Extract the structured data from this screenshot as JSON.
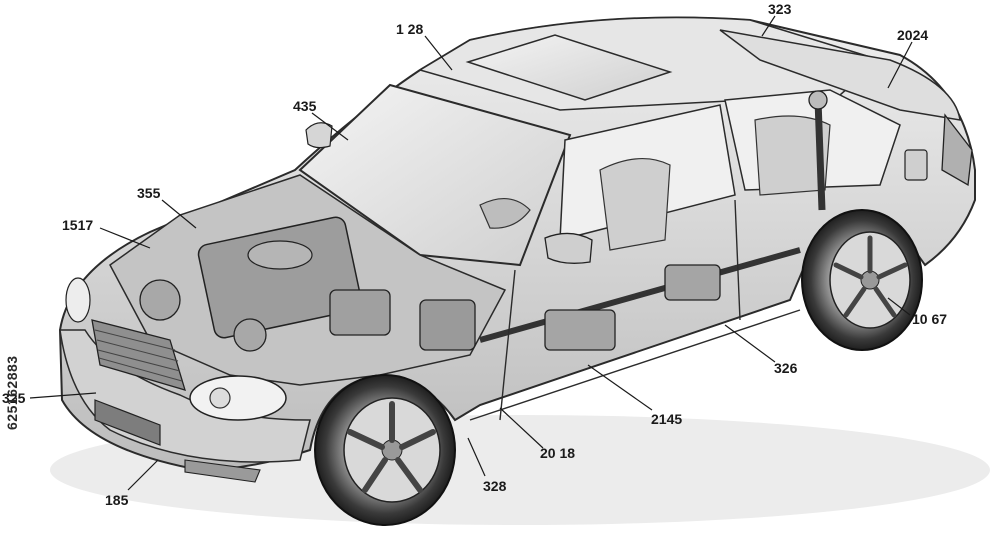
{
  "diagram": {
    "labels": [
      {
        "id": "roof",
        "text": "1 28"
      },
      {
        "id": "rear-roof",
        "text": "323"
      },
      {
        "id": "trunk",
        "text": "2024"
      },
      {
        "id": "windshield",
        "text": "435"
      },
      {
        "id": "hood",
        "text": "355"
      },
      {
        "id": "engine",
        "text": "1517"
      },
      {
        "id": "front-bumper",
        "text": "325"
      },
      {
        "id": "front-grille",
        "text": "185"
      },
      {
        "id": "rear-wheel",
        "text": "10 67"
      },
      {
        "id": "sill",
        "text": "326"
      },
      {
        "id": "exhaust",
        "text": "2145"
      },
      {
        "id": "floor",
        "text": "20 18"
      },
      {
        "id": "front-wheel",
        "text": "328"
      }
    ],
    "side_watermark": "625162883"
  },
  "colors": {
    "outline": "#2b2b2b",
    "body_fill": "#d9d9d9",
    "shadow": "#bdbdbd",
    "label": "#1a1a1a"
  }
}
